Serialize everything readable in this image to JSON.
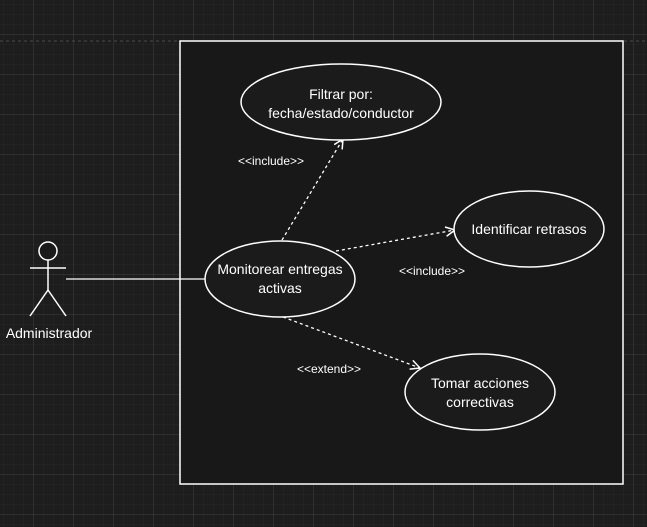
{
  "diagram": {
    "actor": {
      "name": "Administrador"
    },
    "use_cases": {
      "main": [
        "Monitorear entregas",
        "activas"
      ],
      "filter": [
        "Filtrar por:",
        "fecha/estado/conductor"
      ],
      "delays": [
        "Identificar retrasos"
      ],
      "actions": [
        "Tomar acciones",
        "correctivas"
      ]
    },
    "relations": {
      "include_filter": "<<include>>",
      "include_delays": "<<include>>",
      "extend_actions": "<<extend>>"
    }
  },
  "colors": {
    "background": "#1d1d1d",
    "stroke": "#ffffff",
    "shape_fill": "#1b1b1b",
    "text": "#ffffff"
  }
}
